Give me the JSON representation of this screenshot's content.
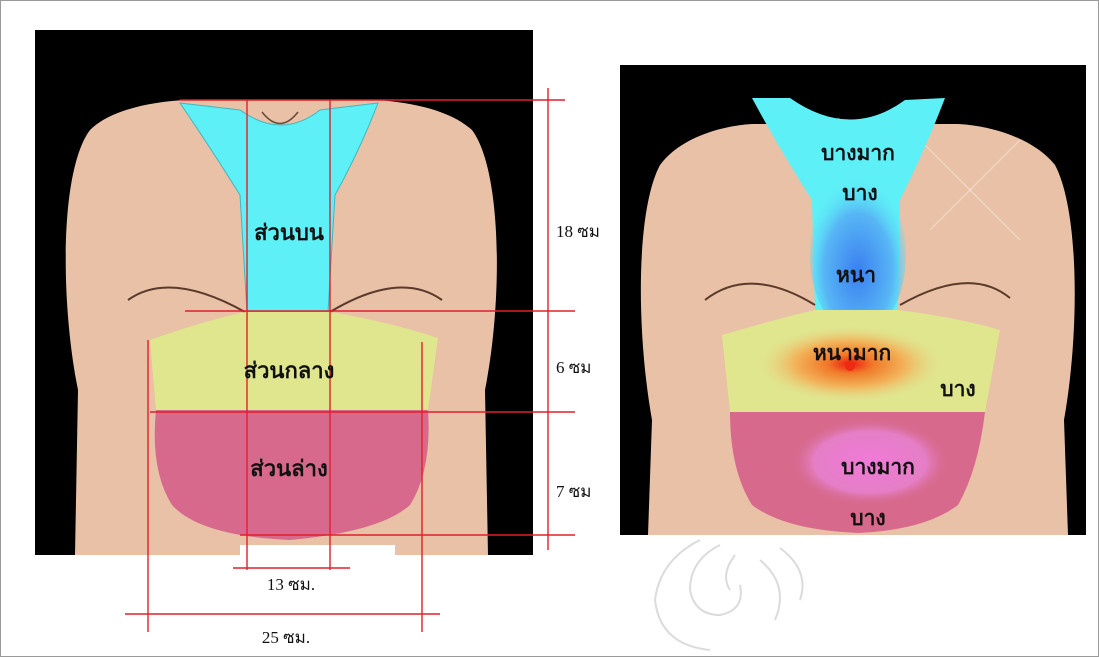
{
  "left_panel": {
    "regions": {
      "upper": "ส่วนบน",
      "middle": "ส่วนกลาง",
      "lower": "ส่วนล่าง"
    },
    "dimensions": {
      "upper_height": "18 ซม",
      "middle_height": "6 ซม",
      "lower_height": "7 ซม",
      "inner_width": "13 ซม.",
      "outer_width": "25 ซม."
    }
  },
  "right_panel": {
    "labels": {
      "top_very_thin": "บางมาก",
      "top_thin": "บาง",
      "thick": "หนา",
      "very_thick": "หนามาก",
      "middle_thin": "บาง",
      "lower_very_thin": "บางมาก",
      "bottom_thin": "บาง"
    }
  },
  "colors": {
    "skin": "#e9c1a7",
    "upper_region": "#5ef0f7",
    "middle_region": "#dfe68e",
    "lower_region": "#d7698c",
    "guide_lines": "#e0202c",
    "thick_blue": "#3a8fee",
    "hot_core": "#ee2a12"
  }
}
